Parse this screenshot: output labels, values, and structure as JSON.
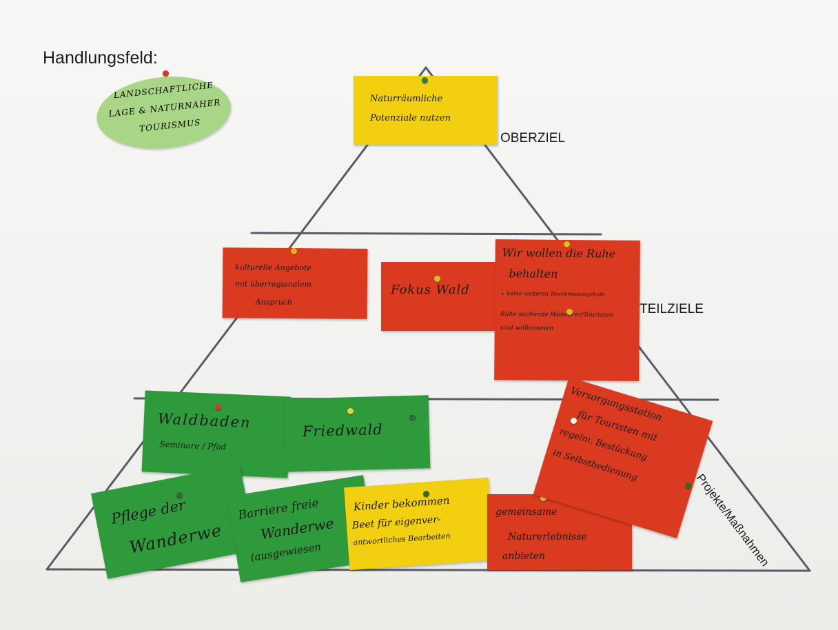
{
  "header": {
    "title": "Handlungsfeld:"
  },
  "field_oval": {
    "lines": [
      "LANDSCHAFTLICHE",
      "LAGE & NATURNAHER",
      "TOURISMUS"
    ]
  },
  "levels": {
    "top": "OBERZIEL",
    "middle": "TEILZIELE",
    "bottom": "Projekte/Maßnahmen"
  },
  "top_note": {
    "line1": "Naturräumliche",
    "line2": "Potenziale nutzen"
  },
  "sub_goals": {
    "kultur": {
      "line1": "kulturelle Angebote",
      "line2": "mit überregionalem",
      "line3": "Anspruch"
    },
    "wald": {
      "text": "Fokus Wald"
    },
    "ruhe": {
      "line1": "Wir wollen die Ruhe",
      "line2": "behalten",
      "line3": "↳ keine weiteren Tourismusangebote",
      "line4": "Ruhe suchende Wanderer/Touristen",
      "line5": "sind willkommen"
    }
  },
  "projects": {
    "waldbaden": {
      "line1": "Waldbaden",
      "line2": "Seminare / Pfad"
    },
    "friedwald": {
      "text": "Friedwald",
      "mark": "®"
    },
    "pflege": {
      "line1": "Pflege der",
      "line2": "Wanderwe"
    },
    "barriere": {
      "line1": "Barriere freie",
      "line2": "Wanderwe",
      "line3": "(ausgewiesen"
    },
    "kinder": {
      "line1": "Kinder bekommen",
      "line2": "Beet für eigenver-",
      "line3": "antwortliches Bearbeiten"
    },
    "natur": {
      "line1": "gemeinsame",
      "line2": "Naturerlebnisse",
      "line3": "anbieten"
    },
    "versorgung": {
      "line1": "Versorgungsstation",
      "line2": "für Touristen mit",
      "line3": "regelm. Bestückung",
      "line4": "in Selbstbedienung"
    }
  },
  "colors": {
    "red_note": "#d93a20",
    "green_note": "#2f9a3c",
    "yellow_note": "#f2cf10",
    "oval": "#a9d586",
    "line": "#5a5a66"
  }
}
